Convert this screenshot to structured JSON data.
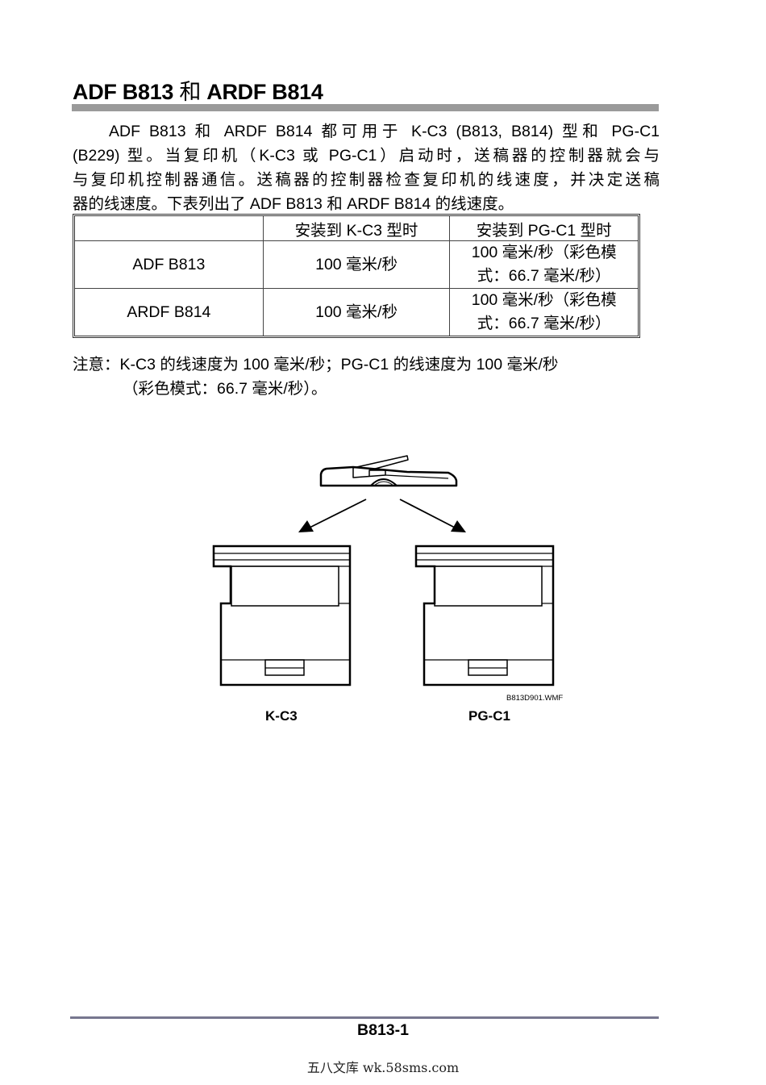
{
  "heading": {
    "part1": "ADF B813",
    "conj": " 和 ",
    "part2": "ARDF B814"
  },
  "intro_lines": [
    "ADF B813 和 ARDF B814 都可用于 K-C3 (B813, B814) 型和 PG-C1",
    "(B229) 型。当复印机（K-C3 或 PG-C1）启动时，送稿器的控制器就会与",
    "与复印机控制器通信。送稿器的控制器检查复印机的线速度，并决定送稿",
    "器的线速度。下表列出了 ADF B813 和 ARDF B814 的线速度。"
  ],
  "table": {
    "headers": [
      "",
      "安装到 K-C3 型时",
      "安装到 PG-C1 型时"
    ],
    "rows": [
      {
        "model": "ADF B813",
        "kc3": "100 毫米/秒",
        "pgc1_line1": "100 毫米/秒（彩色模",
        "pgc1_line2": "式：66.7 毫米/秒）"
      },
      {
        "model": "ARDF B814",
        "kc3": "100 毫米/秒",
        "pgc1_line1": "100 毫米/秒（彩色模",
        "pgc1_line2": "式：66.7 毫米/秒）"
      }
    ]
  },
  "note": {
    "line1": "注意：K-C3 的线速度为 100 毫米/秒；PG-C1 的线速度为 100 毫米/秒",
    "line2": "（彩色模式：66.7 毫米/秒）。"
  },
  "figure": {
    "file_id": "B813D901.WMF",
    "label_left": "K-C3",
    "label_right": "PG-C1"
  },
  "footer": {
    "page_number": "B813-1",
    "watermark": "五八文库 wk.58sms.com"
  },
  "colors": {
    "title_bar": "#9a9a9a",
    "footer_rule": "#77778f"
  }
}
